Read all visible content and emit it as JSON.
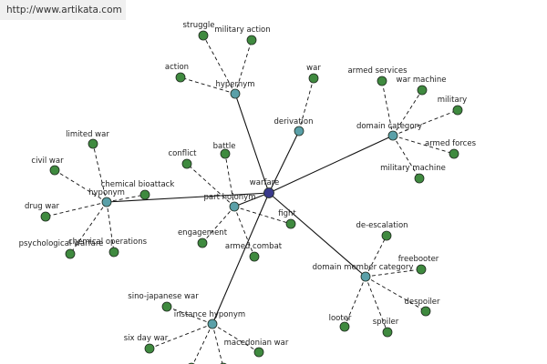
{
  "header": {
    "url": "http://www.artikata.com"
  },
  "graph": {
    "colors": {
      "root": "#3a3a8c",
      "category": "#5aa0a8",
      "leaf": "#3f8a3f",
      "stroke": "#1e2a1e"
    },
    "nodes": [
      {
        "id": "warfare",
        "label": "warfare",
        "kind": "root"
      },
      {
        "id": "hypernym",
        "label": "hypernym",
        "kind": "category"
      },
      {
        "id": "derivation",
        "label": "derivation",
        "kind": "category"
      },
      {
        "id": "domain_category",
        "label": "domain category",
        "kind": "category"
      },
      {
        "id": "hyponym",
        "label": "hyponym",
        "kind": "category"
      },
      {
        "id": "part_holonym",
        "label": "part holonym",
        "kind": "category"
      },
      {
        "id": "domain_member_category",
        "label": "domain member category",
        "kind": "category"
      },
      {
        "id": "instance_hyponym",
        "label": "instance hyponym",
        "kind": "category"
      },
      {
        "id": "struggle",
        "label": "struggle",
        "kind": "leaf"
      },
      {
        "id": "military_action",
        "label": "military action",
        "kind": "leaf"
      },
      {
        "id": "action",
        "label": "action",
        "kind": "leaf"
      },
      {
        "id": "war",
        "label": "war",
        "kind": "leaf"
      },
      {
        "id": "armed_services",
        "label": "armed services",
        "kind": "leaf"
      },
      {
        "id": "war_machine",
        "label": "war machine",
        "kind": "leaf"
      },
      {
        "id": "military",
        "label": "military",
        "kind": "leaf"
      },
      {
        "id": "armed_forces",
        "label": "armed forces",
        "kind": "leaf"
      },
      {
        "id": "military_machine",
        "label": "military machine",
        "kind": "leaf"
      },
      {
        "id": "limited_war",
        "label": "limited war",
        "kind": "leaf"
      },
      {
        "id": "civil_war",
        "label": "civil war",
        "kind": "leaf"
      },
      {
        "id": "chemical_bioattack",
        "label": "chemical bioattack",
        "kind": "leaf"
      },
      {
        "id": "drug_war",
        "label": "drug war",
        "kind": "leaf"
      },
      {
        "id": "psychological_warfare",
        "label": "psychological warfare",
        "kind": "leaf"
      },
      {
        "id": "chemical_operations",
        "label": "chemical operations",
        "kind": "leaf"
      },
      {
        "id": "conflict",
        "label": "conflict",
        "kind": "leaf"
      },
      {
        "id": "battle",
        "label": "battle",
        "kind": "leaf"
      },
      {
        "id": "fight",
        "label": "fight",
        "kind": "leaf"
      },
      {
        "id": "engagement",
        "label": "engagement",
        "kind": "leaf"
      },
      {
        "id": "armed_combat",
        "label": "armed combat",
        "kind": "leaf"
      },
      {
        "id": "de_escalation",
        "label": "de-escalation",
        "kind": "leaf"
      },
      {
        "id": "freebooter",
        "label": "freebooter",
        "kind": "leaf"
      },
      {
        "id": "despoiler",
        "label": "despoiler",
        "kind": "leaf"
      },
      {
        "id": "looter",
        "label": "looter",
        "kind": "leaf"
      },
      {
        "id": "spoiler",
        "label": "spoiler",
        "kind": "leaf"
      },
      {
        "id": "sino_japanese_war",
        "label": "sino-japanese war",
        "kind": "leaf"
      },
      {
        "id": "six_day_war",
        "label": "six day war",
        "kind": "leaf"
      },
      {
        "id": "macedonian_war",
        "label": "macedonian war",
        "kind": "leaf"
      },
      {
        "id": "leaf_bottom_a",
        "label": "",
        "kind": "leaf"
      },
      {
        "id": "leaf_bottom_b",
        "label": "",
        "kind": "leaf"
      }
    ],
    "edges": [
      {
        "from": "warfare",
        "to": "hypernym",
        "style": "solid"
      },
      {
        "from": "warfare",
        "to": "derivation",
        "style": "solid"
      },
      {
        "from": "warfare",
        "to": "domain_category",
        "style": "solid"
      },
      {
        "from": "warfare",
        "to": "hyponym",
        "style": "solid"
      },
      {
        "from": "warfare",
        "to": "part_holonym",
        "style": "solid"
      },
      {
        "from": "warfare",
        "to": "domain_member_category",
        "style": "solid"
      },
      {
        "from": "warfare",
        "to": "instance_hyponym",
        "style": "solid"
      },
      {
        "from": "hypernym",
        "to": "struggle",
        "style": "dashed"
      },
      {
        "from": "hypernym",
        "to": "military_action",
        "style": "dashed"
      },
      {
        "from": "hypernym",
        "to": "action",
        "style": "dashed"
      },
      {
        "from": "derivation",
        "to": "war",
        "style": "dashed"
      },
      {
        "from": "domain_category",
        "to": "armed_services",
        "style": "dashed"
      },
      {
        "from": "domain_category",
        "to": "war_machine",
        "style": "dashed"
      },
      {
        "from": "domain_category",
        "to": "military",
        "style": "dashed"
      },
      {
        "from": "domain_category",
        "to": "armed_forces",
        "style": "dashed"
      },
      {
        "from": "domain_category",
        "to": "military_machine",
        "style": "dashed"
      },
      {
        "from": "hyponym",
        "to": "limited_war",
        "style": "dashed"
      },
      {
        "from": "hyponym",
        "to": "civil_war",
        "style": "dashed"
      },
      {
        "from": "hyponym",
        "to": "chemical_bioattack",
        "style": "dashed"
      },
      {
        "from": "hyponym",
        "to": "drug_war",
        "style": "dashed"
      },
      {
        "from": "hyponym",
        "to": "psychological_warfare",
        "style": "dashed"
      },
      {
        "from": "hyponym",
        "to": "chemical_operations",
        "style": "dashed"
      },
      {
        "from": "part_holonym",
        "to": "conflict",
        "style": "dashed"
      },
      {
        "from": "part_holonym",
        "to": "battle",
        "style": "dashed"
      },
      {
        "from": "part_holonym",
        "to": "fight",
        "style": "dashed"
      },
      {
        "from": "part_holonym",
        "to": "engagement",
        "style": "dashed"
      },
      {
        "from": "part_holonym",
        "to": "armed_combat",
        "style": "dashed"
      },
      {
        "from": "domain_member_category",
        "to": "de_escalation",
        "style": "dashed"
      },
      {
        "from": "domain_member_category",
        "to": "freebooter",
        "style": "dashed"
      },
      {
        "from": "domain_member_category",
        "to": "despoiler",
        "style": "dashed"
      },
      {
        "from": "domain_member_category",
        "to": "looter",
        "style": "dashed"
      },
      {
        "from": "domain_member_category",
        "to": "spoiler",
        "style": "dashed"
      },
      {
        "from": "instance_hyponym",
        "to": "sino_japanese_war",
        "style": "dashed"
      },
      {
        "from": "instance_hyponym",
        "to": "six_day_war",
        "style": "dashed"
      },
      {
        "from": "instance_hyponym",
        "to": "macedonian_war",
        "style": "dashed"
      },
      {
        "from": "instance_hyponym",
        "to": "leaf_bottom_a",
        "style": "dashed"
      },
      {
        "from": "instance_hyponym",
        "to": "leaf_bottom_b",
        "style": "dashed"
      }
    ]
  }
}
